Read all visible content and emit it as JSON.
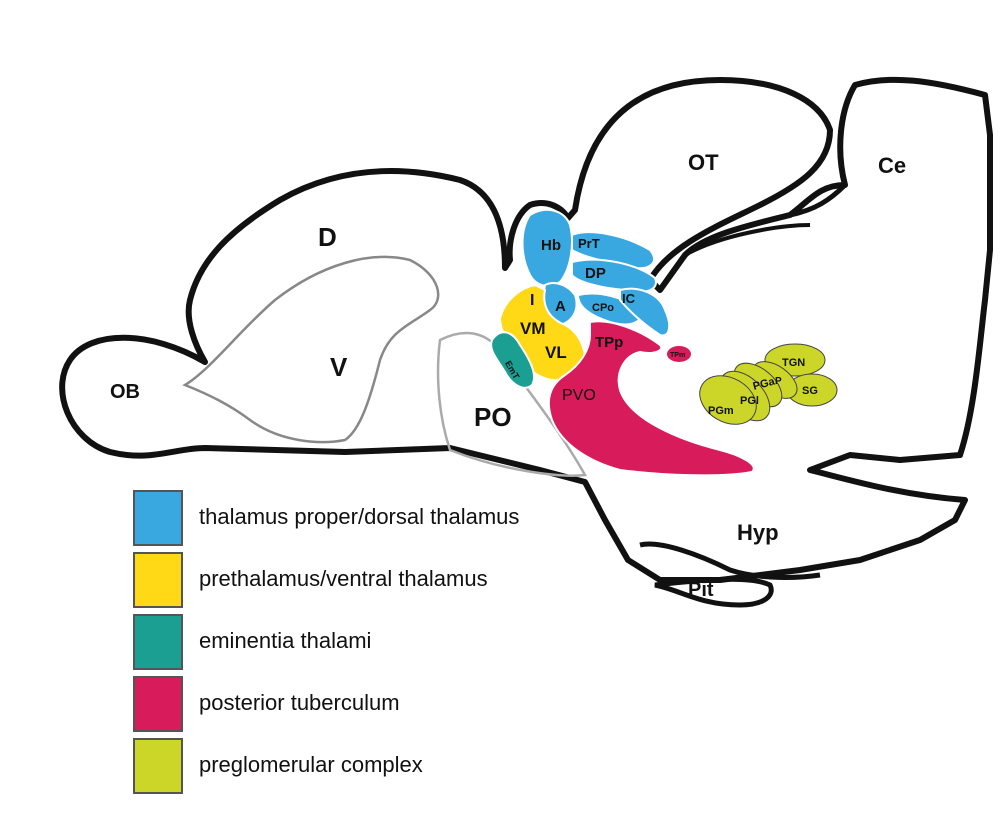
{
  "colors": {
    "thalamus": "#3aa8e0",
    "prethalamus": "#ffd816",
    "eminentia": "#1a9f92",
    "posterior_tuberculum": "#d81b5a",
    "preglomerular": "#ccd628",
    "outline": "#111111",
    "inner_outline": "#888888"
  },
  "regions": {
    "OB": "OB",
    "D": "D",
    "V": "V",
    "PO": "PO",
    "OT": "OT",
    "Ce": "Ce",
    "Hyp": "Hyp",
    "Pit": "Pit"
  },
  "nuclei": {
    "Hb": "Hb",
    "PrT": "PrT",
    "DP": "DP",
    "A": "A",
    "CPo": "CPo",
    "IC": "IC",
    "I": "I",
    "VM": "VM",
    "VL": "VL",
    "EmT": "EmT",
    "TPp": "TPp",
    "PVO": "PVO",
    "TPm": "TPm",
    "TGN": "TGN",
    "PGa": "PGa",
    "P": "P",
    "PGl": "PGl",
    "PGm": "PGm",
    "SG": "SG"
  },
  "legend": [
    {
      "color_key": "thalamus",
      "label": "thalamus proper/dorsal thalamus"
    },
    {
      "color_key": "prethalamus",
      "label": "prethalamus/ventral thalamus"
    },
    {
      "color_key": "eminentia",
      "label": "eminentia thalami"
    },
    {
      "color_key": "posterior_tuberculum",
      "label": "posterior tuberculum"
    },
    {
      "color_key": "preglomerular",
      "label": "preglomerular complex"
    }
  ]
}
